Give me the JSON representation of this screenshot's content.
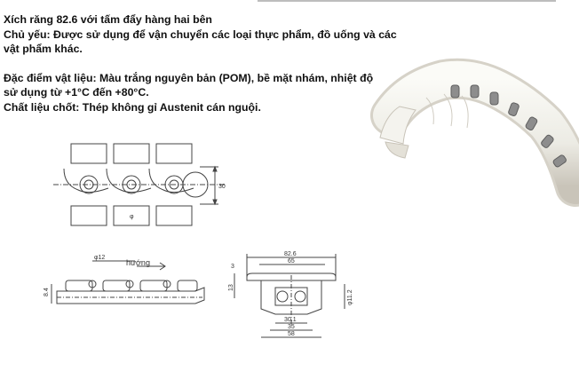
{
  "document": {
    "title_line": "Xích răng 82.6 với tấm đẩy hàng hai bên",
    "usage_line_1": "Chủ yếu: Được sử dụng để vận chuyển các loại thực phẩm, đồ uống và các",
    "usage_line_2": "vật phẩm khác.",
    "material_line_1": "Đặc điểm vật liệu: Màu trắng nguyên bản (POM), bề mặt nhám, nhiệt độ",
    "material_line_2": "sử dụng từ +1°C đến +80°C.",
    "pin_line": "Chất liệu chốt: Thép không gỉ Austenit cán nguội."
  },
  "drawings": {
    "top_view": {
      "dim_width": "30",
      "dim_pitch": "φ"
    },
    "side_view": {
      "pin_label": "φ12",
      "direction_label": "hướng",
      "height_label": "8.4"
    },
    "section_view": {
      "dim_top": "82.6",
      "dim_second": "65",
      "dim_left_small": "3",
      "dim_left": "13",
      "dim_right": "φ11.2",
      "dim_inner": "30.1",
      "dim_mid": "35",
      "dim_bottom": "58"
    }
  },
  "colors": {
    "chain_body": "#f1f0ea",
    "chain_shadow": "#cfcac0",
    "pin_metal": "#8d8d8d",
    "line": "#444444"
  }
}
